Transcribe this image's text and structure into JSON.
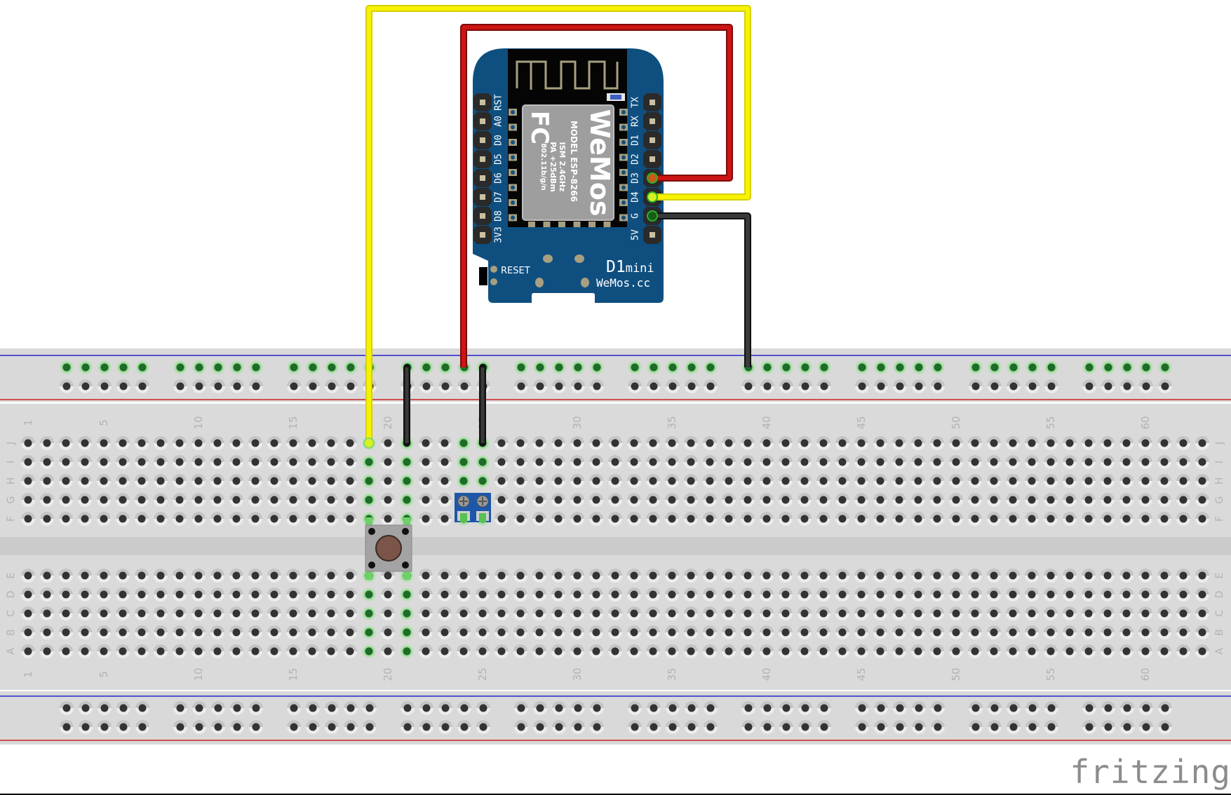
{
  "app": {
    "watermark": "fritzing"
  },
  "board": {
    "name": "WeMos D1 mini",
    "model_label": "D1",
    "model_suffix": "mini",
    "brand_url": "WeMos.cc",
    "reset_label": "RESET",
    "left_pins": [
      "RST",
      "A0",
      "D0",
      "D5",
      "D6",
      "D7",
      "D8",
      "3V3"
    ],
    "right_pins": [
      "TX",
      "RX",
      "D1",
      "D2",
      "D3",
      "D4",
      "G",
      "5V"
    ],
    "module": {
      "brand": "WeMos",
      "certification": "FC",
      "lines": [
        "MODEL ESP-8266",
        "ISM 2.4GHz",
        "PA +25dBm",
        "802.11b/g/n"
      ]
    },
    "colors": {
      "pcb": "#0f4f80",
      "header": "#2a2a2a",
      "shield": "#9e9e9e",
      "antenna": "#a89f80"
    }
  },
  "breadboard": {
    "columns": 63,
    "column_labels": [
      "1",
      "5",
      "10",
      "15",
      "20",
      "25",
      "30",
      "35",
      "40",
      "45",
      "50",
      "55",
      "60"
    ],
    "top_rows": [
      "J",
      "I",
      "H",
      "G",
      "F"
    ],
    "bottom_rows": [
      "E",
      "D",
      "C",
      "B",
      "A"
    ],
    "rail_groups": 10,
    "rail_holes_per_group": 5,
    "colors": {
      "body": "#d9d9d9",
      "hole": "#333333",
      "active_hole": "#1f6b2a",
      "active_glow": "#8ee08a",
      "rail_blue": "#2222cc",
      "rail_red": "#cc2222"
    }
  },
  "components": {
    "pushbutton": {
      "name": "Pushbutton",
      "columns": [
        19,
        21
      ],
      "cap_color": "#7a5548"
    },
    "terminal_block": {
      "name": "Screw terminal (2-pin)",
      "columns": [
        24,
        25
      ],
      "row": "F"
    }
  },
  "wires": [
    {
      "name": "yellow-wire",
      "color": "#f5f000",
      "from": "D1 mini D4",
      "to": "Breadboard J19"
    },
    {
      "name": "red-wire",
      "color": "#cc1111",
      "from": "D1 mini D3",
      "to": "Top rail (col 24)"
    },
    {
      "name": "black-wire-gnd",
      "color": "#222222",
      "from": "D1 mini G",
      "to": "Top rail (col 39)"
    },
    {
      "name": "black-wire-button",
      "color": "#222222",
      "from": "Top rail",
      "to": "Breadboard J21"
    },
    {
      "name": "black-wire-terminal",
      "color": "#222222",
      "from": "Top rail",
      "to": "Breadboard J25"
    }
  ]
}
